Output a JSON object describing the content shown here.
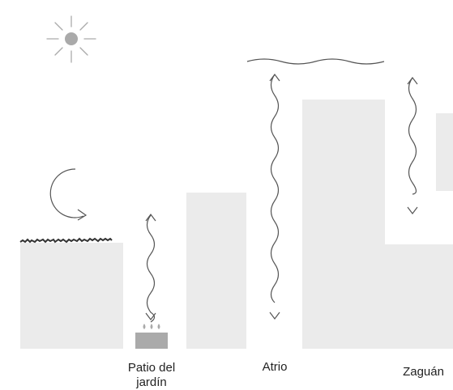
{
  "labels": {
    "patio": "Patio del",
    "patio_line2": "jardín",
    "atrio": "Atrio",
    "zaguan": "Zaguán"
  },
  "colors": {
    "block": "#ebebeb",
    "stroke": "#555555",
    "sun": "#aaaaaa",
    "fountain": "#aaaaaa",
    "vegetation": "#333333"
  },
  "icons": {
    "sun": "sun-icon",
    "rotation": "rotation-arrow-icon",
    "fountain": "fountain-icon",
    "vegetation": "vegetation-icon",
    "air_flow": "wavy-double-arrow-icon",
    "sky": "sky-wave-line"
  }
}
